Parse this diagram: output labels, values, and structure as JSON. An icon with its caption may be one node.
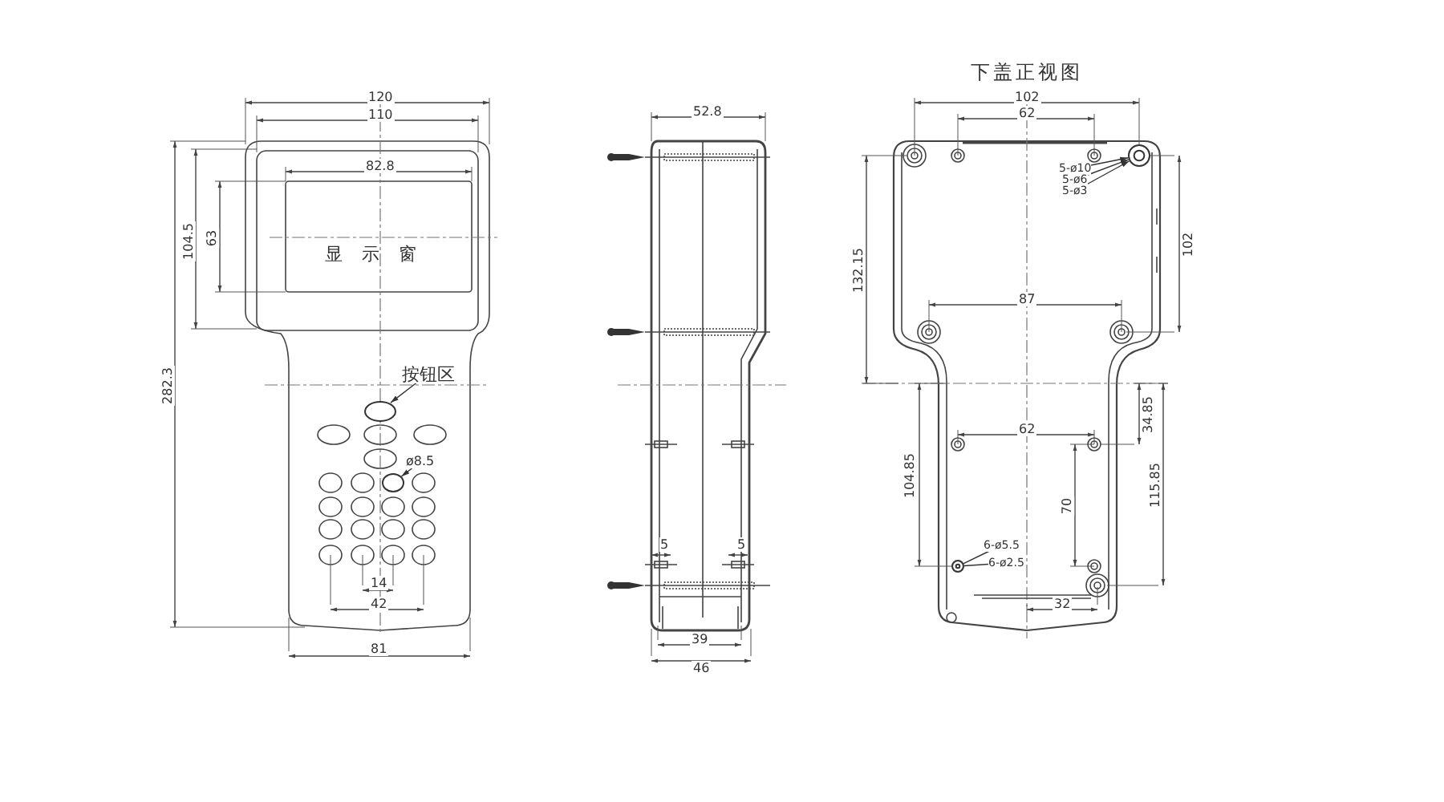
{
  "diagram": {
    "nodes": [
      {
        "text": [
          "按钮区"
        ]
      },
      {
        "text": [],
        "shape": "circle"
      },
      {
        "text": [
          "ø8.5"
        ]
      },
      {
        "text": [],
        "shape": "circle"
      },
      {
        "text": [
          "5-ø10"
        ]
      },
      {
        "text": [
          "5-ø6"
        ]
      },
      {
        "text": [
          "5-ø3"
        ]
      },
      {
        "text": [],
        "shape": "circle"
      },
      {
        "text": [
          "6-ø5.5"
        ]
      },
      {
        "text": [
          "6-ø2.5"
        ]
      },
      {
        "text": [],
        "shape": "circle"
      }
    ],
    "edges": [
      {
        "from": 0,
        "to": 1,
        "arrow": "to"
      },
      {
        "from": 2,
        "to": 3,
        "arrow": "to"
      },
      {
        "from": 4,
        "to": 7,
        "arrow": "to"
      },
      {
        "from": 5,
        "to": 7,
        "arrow": "to"
      },
      {
        "from": 6,
        "to": 7,
        "arrow": "to"
      },
      {
        "from": 8,
        "to": 10,
        "arrow": "none"
      },
      {
        "from": 9,
        "to": 10,
        "arrow": "none"
      }
    ],
    "labels": [
      "120",
      "110",
      "82.8",
      "104.5",
      "63",
      "显示窗",
      "282.3",
      "14",
      "42",
      "81",
      "52.8",
      "5",
      "5",
      "39",
      "46",
      "下盖正视图",
      "102",
      "62",
      "132.15",
      "102",
      "87",
      "62",
      "34.85",
      "104.85",
      "70",
      "115.85",
      "32"
    ]
  }
}
